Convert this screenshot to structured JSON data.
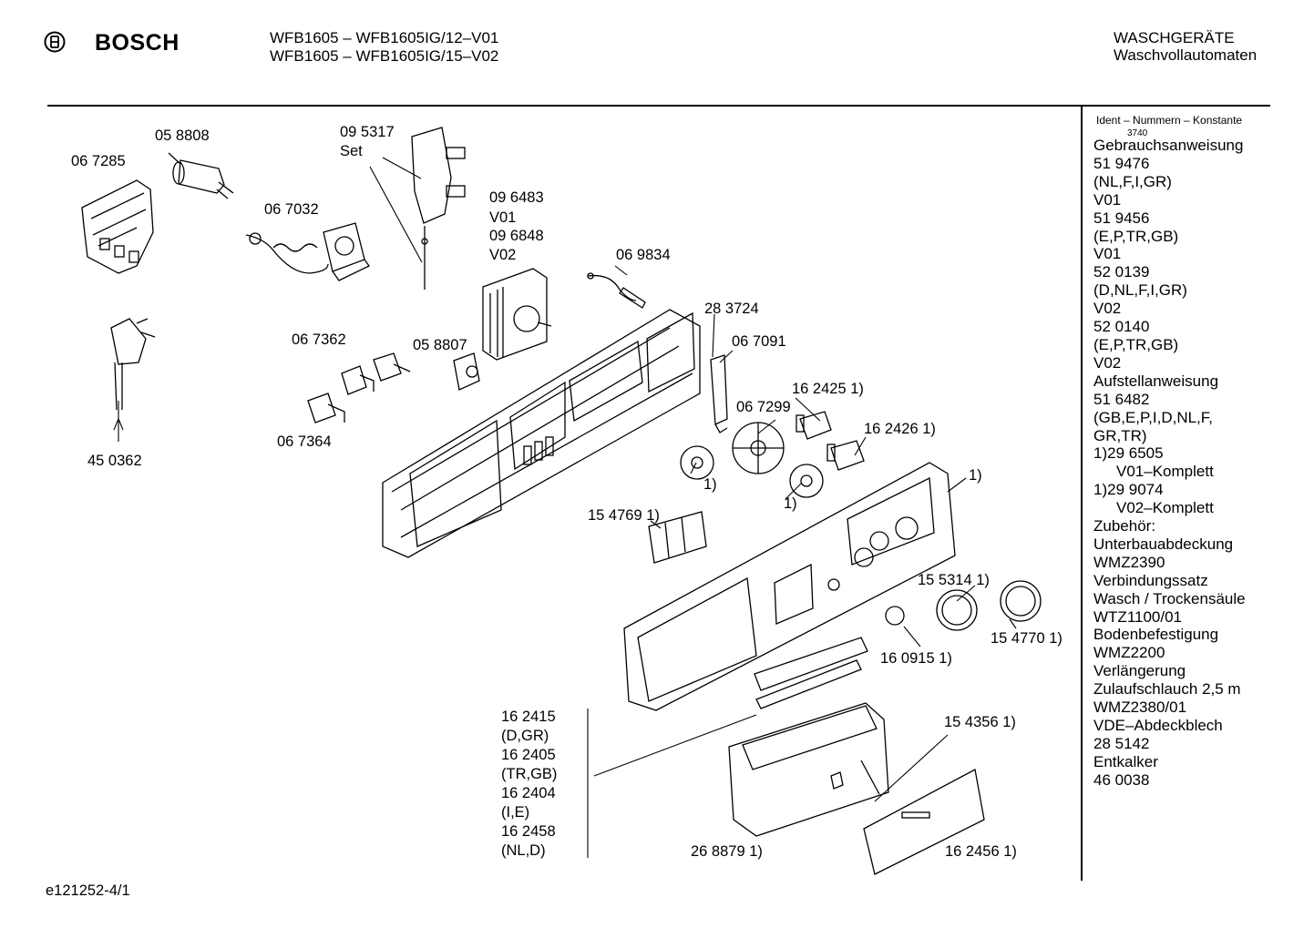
{
  "header": {
    "brand": "BOSCH",
    "model_line_1": "WFB1605 – WFB1605IG/12–V01",
    "model_line_2": "WFB1605 – WFB1605IG/15–V02",
    "category_1": "WASCHGERÄTE",
    "category_2": "Waschvollautomaten"
  },
  "footer": {
    "doc_id": "e121252-4/1"
  },
  "sidebar": {
    "title": "Ident – Nummern – Konstante",
    "constant": "3740",
    "lines": [
      {
        "text": "Gebrauchsanweisung",
        "indent": false
      },
      {
        "text": "51 9476",
        "indent": false
      },
      {
        "text": "(NL,F,I,GR)",
        "indent": false
      },
      {
        "text": "V01",
        "indent": false
      },
      {
        "text": "51 9456",
        "indent": false
      },
      {
        "text": "(E,P,TR,GB)",
        "indent": false
      },
      {
        "text": "V01",
        "indent": false
      },
      {
        "text": "52 0139",
        "indent": false
      },
      {
        "text": "(D,NL,F,I,GR)",
        "indent": false
      },
      {
        "text": "V02",
        "indent": false
      },
      {
        "text": "52 0140",
        "indent": false
      },
      {
        "text": "(E,P,TR,GB)",
        "indent": false
      },
      {
        "text": "V02",
        "indent": false
      },
      {
        "text": "Aufstellanweisung",
        "indent": false
      },
      {
        "text": "51 6482",
        "indent": false
      },
      {
        "text": "(GB,E,P,I,D,NL,F,",
        "indent": false
      },
      {
        "text": "GR,TR)",
        "indent": false
      },
      {
        "text": "1)29 6505",
        "indent": false
      },
      {
        "text": "V01–Komplett",
        "indent": true
      },
      {
        "text": "1)29 9074",
        "indent": false
      },
      {
        "text": "V02–Komplett",
        "indent": true
      },
      {
        "text": "Zubehör:",
        "indent": false
      },
      {
        "text": "Unterbauabdeckung",
        "indent": false
      },
      {
        "text": "WMZ2390",
        "indent": false
      },
      {
        "text": "Verbindungssatz",
        "indent": false
      },
      {
        "text": "Wasch / Trockensäule",
        "indent": false
      },
      {
        "text": "WTZ1100/01",
        "indent": false
      },
      {
        "text": "Bodenbefestigung",
        "indent": false
      },
      {
        "text": "WMZ2200",
        "indent": false
      },
      {
        "text": "Verlängerung",
        "indent": false
      },
      {
        "text": "Zulaufschlauch 2,5 m",
        "indent": false
      },
      {
        "text": "WMZ2380/01",
        "indent": false
      },
      {
        "text": "VDE–Abdeckblech",
        "indent": false
      },
      {
        "text": "28 5142",
        "indent": false
      },
      {
        "text": "Entkalker",
        "indent": false
      },
      {
        "text": "46 0038",
        "indent": false
      }
    ]
  },
  "parts": {
    "p067285": "06 7285",
    "p058808": "05 8808",
    "p095317": "09 5317",
    "p095317_set": "Set",
    "p067032": "06 7032",
    "p096483": "09 6483",
    "p096483_v": "V01",
    "p096848": "09 6848",
    "p096848_v": "V02",
    "p069834": "06 9834",
    "p283724": "28 3724",
    "p067091": "06 7091",
    "p067362": "06 7362",
    "p058807": "05 8807",
    "p067364": "06 7364",
    "p450362": "45 0362",
    "p067299": "06 7299",
    "p162425": "16 2425 1)",
    "p162426": "16 2426 1)",
    "fn_knob1": "1)",
    "fn_knob2": "1)",
    "fn_panel": "1)",
    "p154769": "15 4769 1)",
    "p155314": "15 5314 1)",
    "p154770": "15 4770 1)",
    "p160915": "16 0915 1)",
    "p154356": "15 4356 1)",
    "p268879": "26 8879 1)",
    "p162456": "16 2456 1)",
    "p162415": "16 2415",
    "p162415_c": "(D,GR)",
    "p162405": "16 2405",
    "p162405_c": "(TR,GB)",
    "p162404": "16 2404",
    "p162404_c": "(I,E)",
    "p162458": "16 2458",
    "p162458_c": "(NL,D)"
  }
}
